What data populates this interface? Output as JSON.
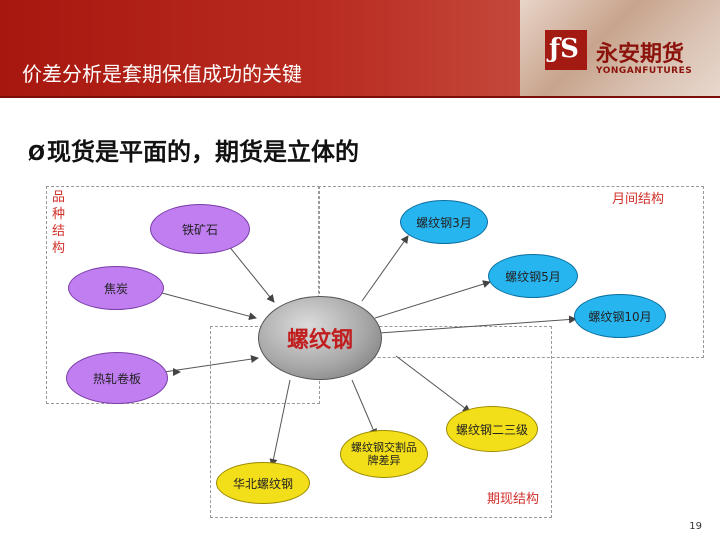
{
  "header": {
    "title": "价差分析是套期保值成功的关键",
    "logo_mark": "ƒS",
    "logo_name": "永安期货",
    "logo_en": "YONGANFUTURES"
  },
  "bullet": {
    "marker": "Ø",
    "text": "现货是平面的，期货是立体的"
  },
  "diagram": {
    "label_variety": "品种结构",
    "label_month": "月间结构",
    "label_spot": "期现结构",
    "center": "螺纹钢",
    "variety_nodes": [
      "铁矿石",
      "焦炭",
      "热轧卷板"
    ],
    "month_nodes": [
      "螺纹钢3月",
      "螺纹钢5月",
      "螺纹钢10月"
    ],
    "spot_nodes": [
      "螺纹钢二三级",
      "螺纹钢交割品\n牌差异",
      "华北螺纹钢"
    ]
  },
  "colors": {
    "header_red": "#b01e17",
    "variety": "#c07ef0",
    "month": "#27b5f0",
    "spot": "#f3df19",
    "label_red": "#d0302a"
  },
  "page_number": "19"
}
